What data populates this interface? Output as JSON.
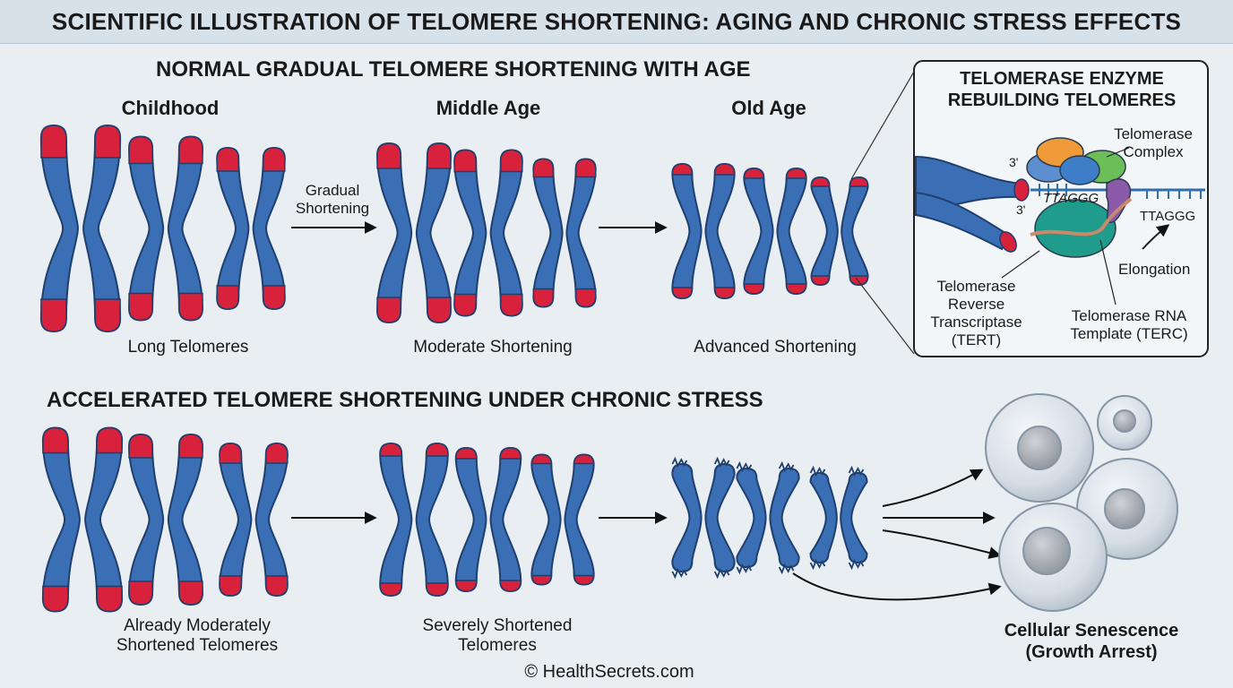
{
  "title": "SCIENTIFIC ILLUSTRATION OF TELOMERE SHORTENING: AGING AND CHRONIC STRESS EFFECTS",
  "normal": {
    "heading": "NORMAL GRADUAL TELOMERE SHORTENING WITH AGE",
    "stages": [
      "Childhood",
      "Middle Age",
      "Old Age"
    ],
    "labels": [
      "Long Telomeres",
      "Moderate Shortening",
      "Advanced Shortening"
    ],
    "arrow_label": [
      "Gradual",
      "Shortening"
    ]
  },
  "stress": {
    "heading": "ACCELERATED TELOMERE SHORTENING UNDER CHRONIC STRESS",
    "labels": [
      [
        "Already Moderately",
        "Shortened Telomeres"
      ],
      [
        "Severely Shortened",
        "Telomeres"
      ]
    ],
    "outcome": [
      "Cellular Senescence",
      "(Growth Arrest)"
    ]
  },
  "inset": {
    "title": [
      "TELOMERASE ENZYME",
      "REBUILDING TELOMERES"
    ],
    "complex": [
      "Telomerase",
      "Complex"
    ],
    "tert": [
      "Telomerase",
      "Reverse",
      "Transcriptase",
      "(TERT)"
    ],
    "terc": [
      "Telomerase RNA",
      "Template (TERC)"
    ],
    "elongation": "Elongation",
    "seq_left": "TTAGGG",
    "seq_right": "TTAGGG",
    "prime_top": "3'",
    "prime_bottom": "3'"
  },
  "footer": "© HealthSecrets.com",
  "colors": {
    "chromosome_blue": "#3a6fb5",
    "chromosome_outline": "#1f3f6e",
    "telomere_red": "#d8213a",
    "background": "#e9eef3"
  }
}
